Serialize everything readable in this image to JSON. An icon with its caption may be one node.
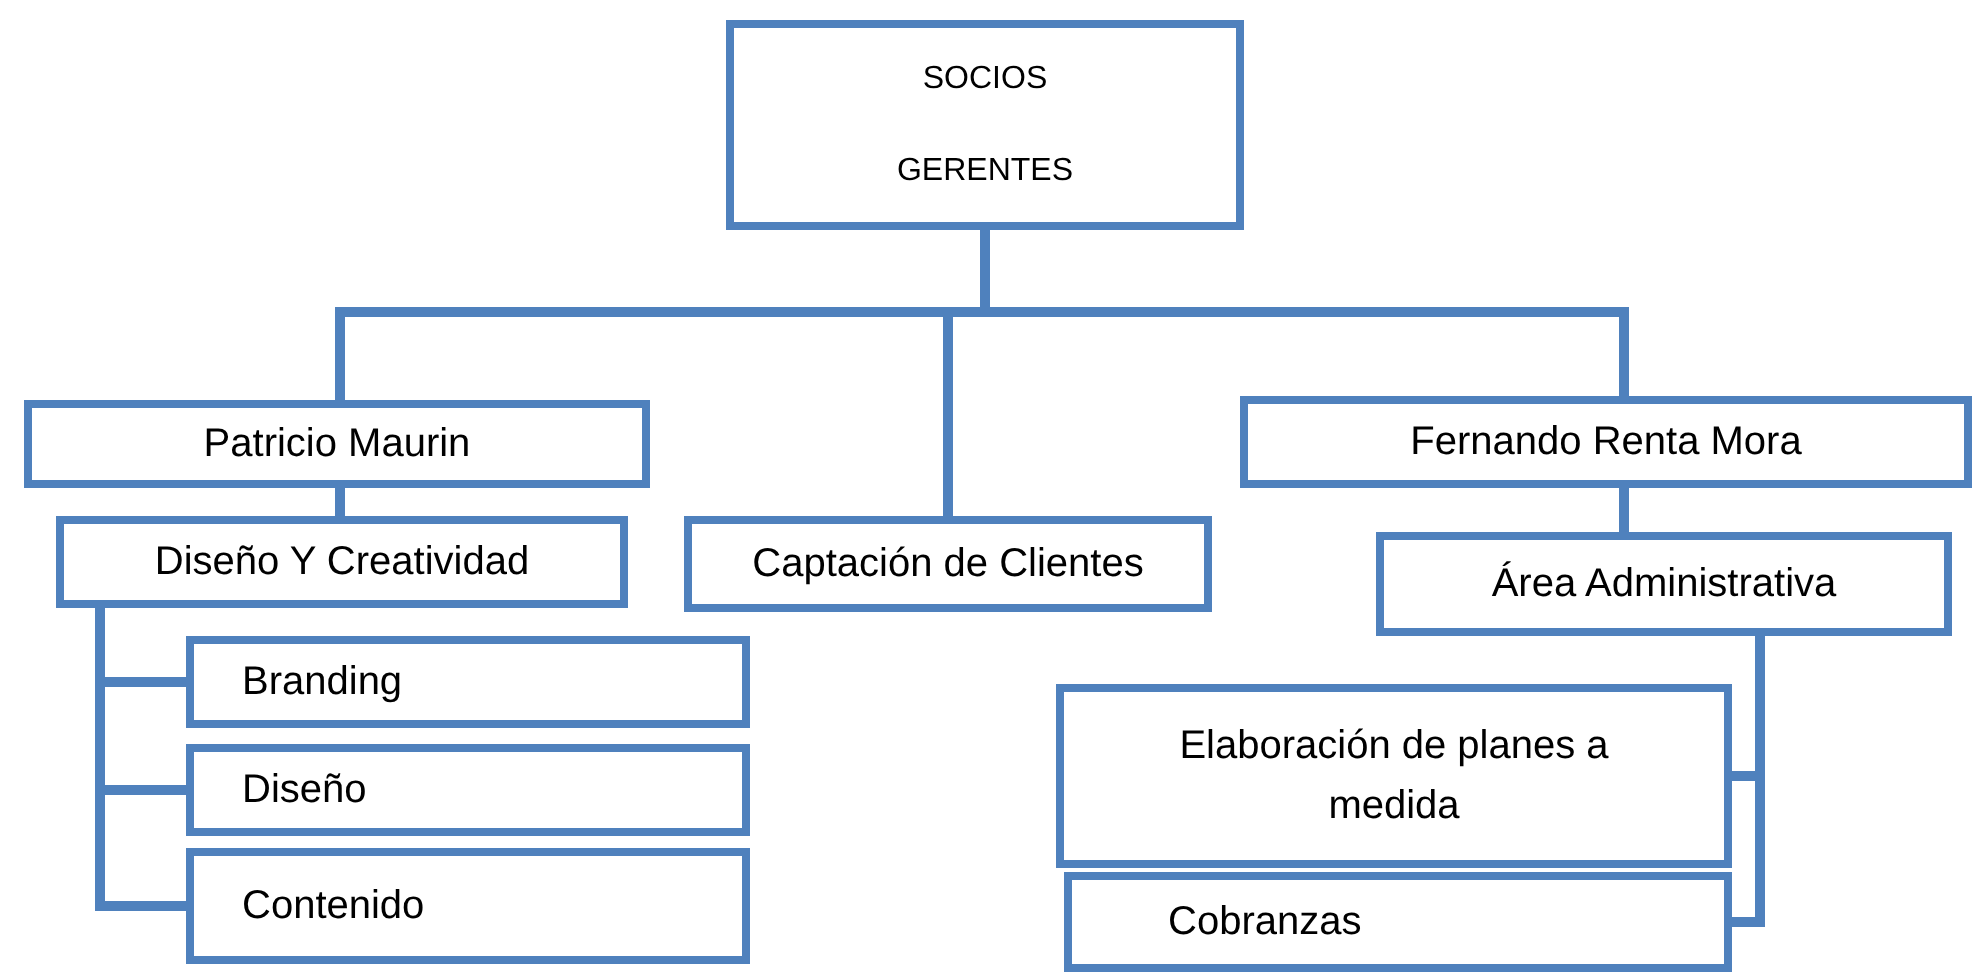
{
  "diagram": {
    "nodes": [
      {
        "text": [
          "SOCIOS GERENTES"
        ]
      },
      {
        "text": [
          "Patricio Maurin"
        ]
      },
      {
        "text": [
          "Diseño Y Creatividad"
        ]
      },
      {
        "text": [
          "Captación de Clientes"
        ]
      },
      {
        "text": [
          "Fernando Renta Mora"
        ]
      },
      {
        "text": [
          "Área Administrativa"
        ]
      },
      {
        "text": [
          "Branding"
        ]
      },
      {
        "text": [
          "Diseño"
        ]
      },
      {
        "text": [
          "Contenido"
        ]
      },
      {
        "text": [
          "Elaboración de planes a medida"
        ]
      },
      {
        "text": [
          "Cobranzas"
        ]
      }
    ],
    "edges": [
      {
        "from": 0,
        "to": 1,
        "arrow": "none"
      },
      {
        "from": 0,
        "to": 3,
        "arrow": "none"
      },
      {
        "from": 0,
        "to": 4,
        "arrow": "none"
      },
      {
        "from": 1,
        "to": 2,
        "arrow": "none"
      },
      {
        "from": 2,
        "to": 6,
        "arrow": "none"
      },
      {
        "from": 2,
        "to": 7,
        "arrow": "none"
      },
      {
        "from": 2,
        "to": 8,
        "arrow": "none"
      },
      {
        "from": 4,
        "to": 5,
        "arrow": "none"
      },
      {
        "from": 5,
        "to": 9,
        "arrow": "none"
      },
      {
        "from": 5,
        "to": 10,
        "arrow": "none"
      }
    ]
  }
}
